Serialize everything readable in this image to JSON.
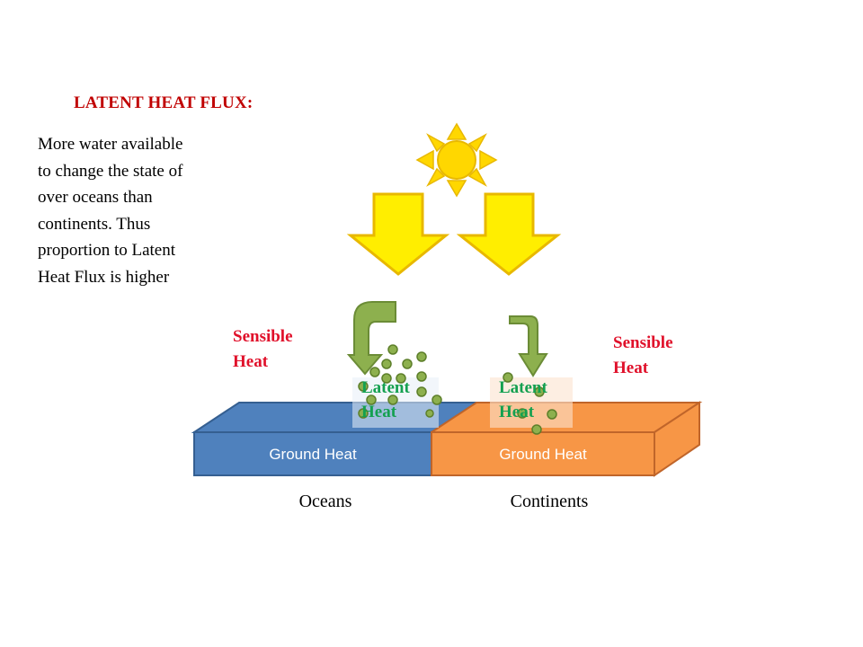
{
  "title": "LATENT HEAT FLUX:",
  "body_lines": [
    "More water available",
    "to change the state of",
    "over  oceans than",
    "continents.  Thus",
    "proportion to Latent",
    "Heat Flux is higher"
  ],
  "labels": {
    "sensible_left_1": "Sensible",
    "sensible_left_2": "Heat",
    "sensible_right_1": "Sensible",
    "sensible_right_2": "Heat",
    "latent_left_1": "Latent",
    "latent_left_2": "Heat",
    "latent_right_1": "Latent",
    "latent_right_2": "Heat",
    "ground_ocean": "Ground Heat",
    "ground_continent": "Ground Heat",
    "oceans": "Oceans",
    "continents": "Continents"
  },
  "colors": {
    "title": "#c00000",
    "sensible": "#e0102a",
    "latent": "#14a050",
    "ocean_fill": "#4f81bd",
    "continent_fill": "#f79646",
    "sun": "#ffd700",
    "arrow_green": "#8db04e"
  }
}
